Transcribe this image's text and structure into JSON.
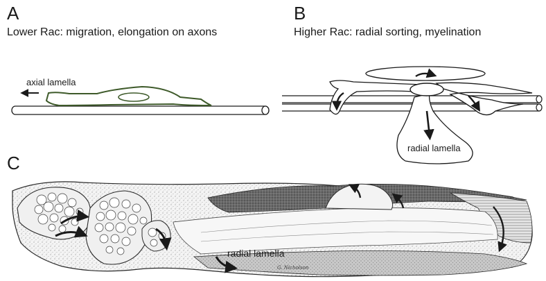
{
  "panels": {
    "a": {
      "letter": "A",
      "caption": "Lower Rac: migration, elongation on axons",
      "lamella_label": "axial lamella",
      "cell_color": "#3e5a2a"
    },
    "b": {
      "letter": "B",
      "caption": "Higher Rac: radial sorting, myelination",
      "lamella_label": "radial lamella"
    },
    "c": {
      "letter": "C",
      "lamella_label": "radial lamella",
      "signature": "G. Nicholson"
    }
  }
}
